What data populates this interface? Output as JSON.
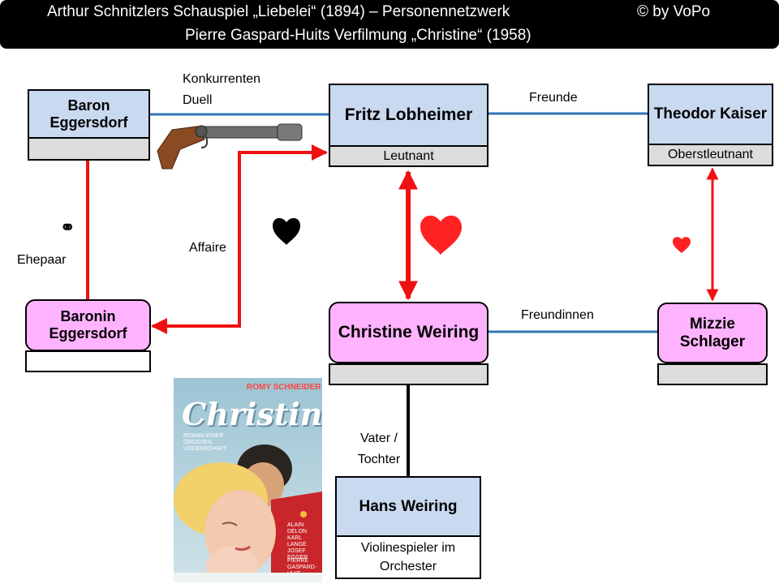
{
  "header": {
    "line1": "Arthur Schnitzlers Schauspiel „Liebelei“ (1894)  – Personennetzwerk",
    "copyright": "©    by VoPo",
    "line2": "Pierre Gaspard-Huits Verfilmung „Christine“ (1958)"
  },
  "nodes": {
    "baron": {
      "name": "Baron Eggersdorf",
      "role": ""
    },
    "fritz": {
      "name": "Fritz Lobheimer",
      "role": "Leutnant"
    },
    "theodor": {
      "name": "Theodor Kaiser",
      "role": "Oberstleutnant"
    },
    "baronin": {
      "name": "Baronin Eggersdorf",
      "role": ""
    },
    "christine": {
      "name": "Christine Weiring",
      "role": ""
    },
    "mizzie": {
      "name": "Mizzie Schlager",
      "role": ""
    },
    "hans": {
      "name": "Hans Weiring",
      "role": "Violinespieler im Orchester"
    }
  },
  "relations": {
    "rivals": "Konkurrenten",
    "duel": "Duell",
    "friends": "Freunde",
    "couple_symbol": "⚭",
    "couple": "Ehepaar",
    "affair": "Affaire",
    "girlfriends": "Freundinnen",
    "father_daughter": "Vater / Tochter"
  },
  "colors": {
    "line_blue": "#2e75b6",
    "arrow_red": "#ee1111",
    "person_box_blue": "#c9d9f0",
    "person_box_pink": "#ffb3ff",
    "role_box_grey": "#dcdcdc",
    "heart_red": "#ff2222",
    "heart_black": "#000000"
  },
  "icons": {
    "pistol": "flintlock-pistol-icon",
    "heart_black": "black-heart-icon",
    "heart_red_large": "red-heart-icon",
    "heart_red_small": "small-red-heart-icon"
  },
  "poster": {
    "star": "ROMY SCHNEIDER",
    "title": "Christine",
    "tagline": "ROMAN EINER GROSSEN LEIDENSCHAFT",
    "cast": "ALAIN DELON KARL LANGE JOSEF EGGER",
    "director": "PIERRE GASPARD-HUIT"
  }
}
